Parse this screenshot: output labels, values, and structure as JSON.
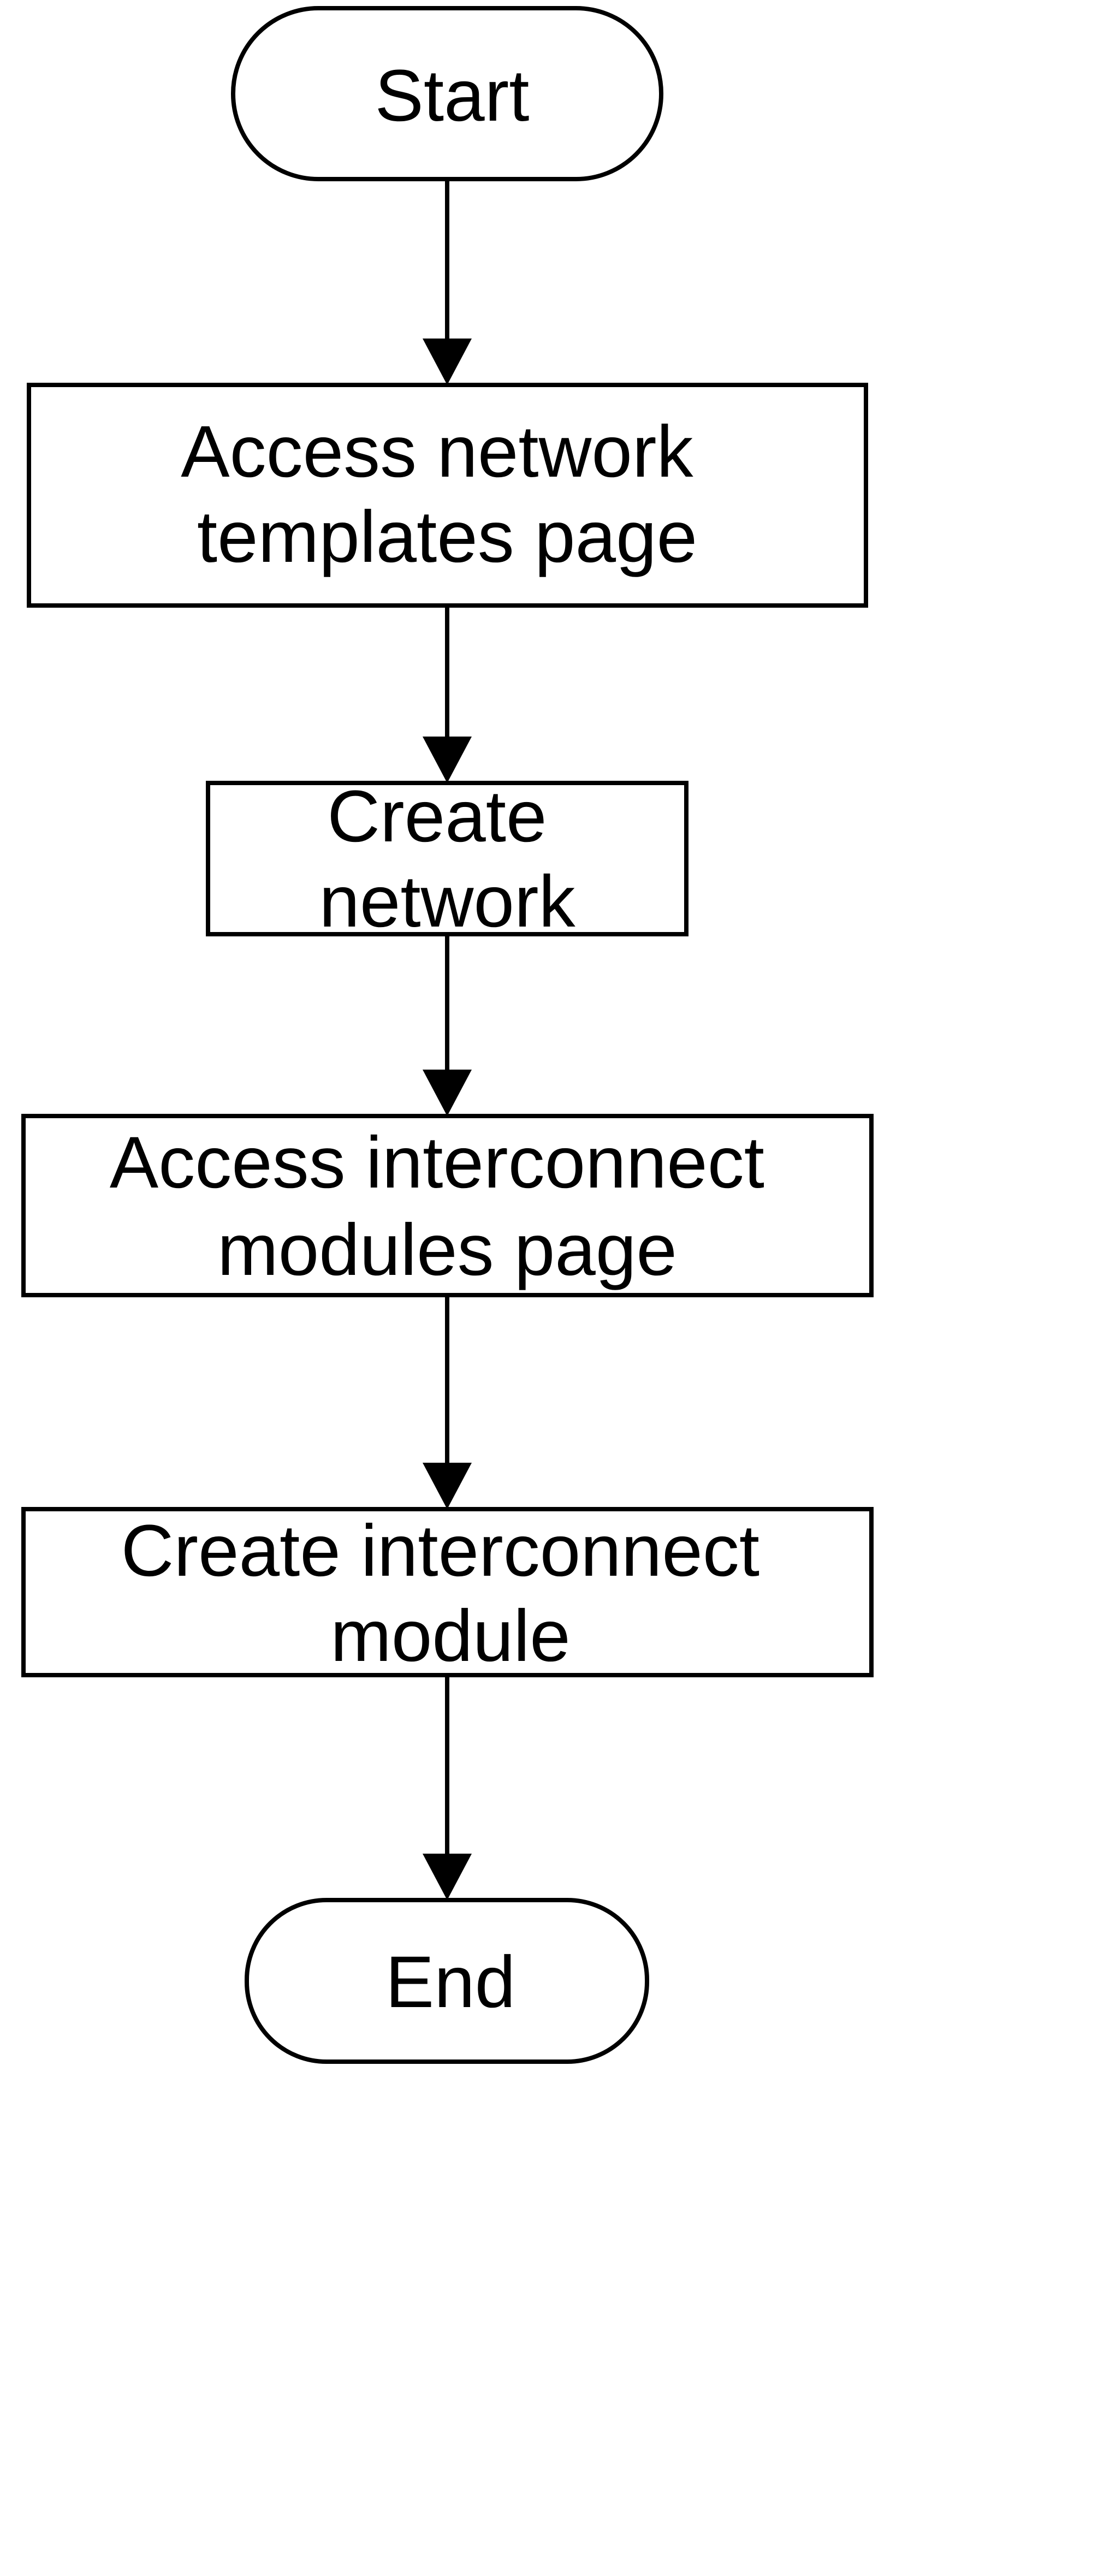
{
  "flowchart": {
    "start": "Start",
    "step1": [
      "Access network",
      "templates page"
    ],
    "step2": [
      "Create",
      "network"
    ],
    "step3": [
      "Access interconnect",
      "modules page"
    ],
    "step4": [
      "Create interconnect",
      "module"
    ],
    "end": "End"
  },
  "colors": {
    "stroke": "#000000",
    "fill": "#ffffff"
  }
}
